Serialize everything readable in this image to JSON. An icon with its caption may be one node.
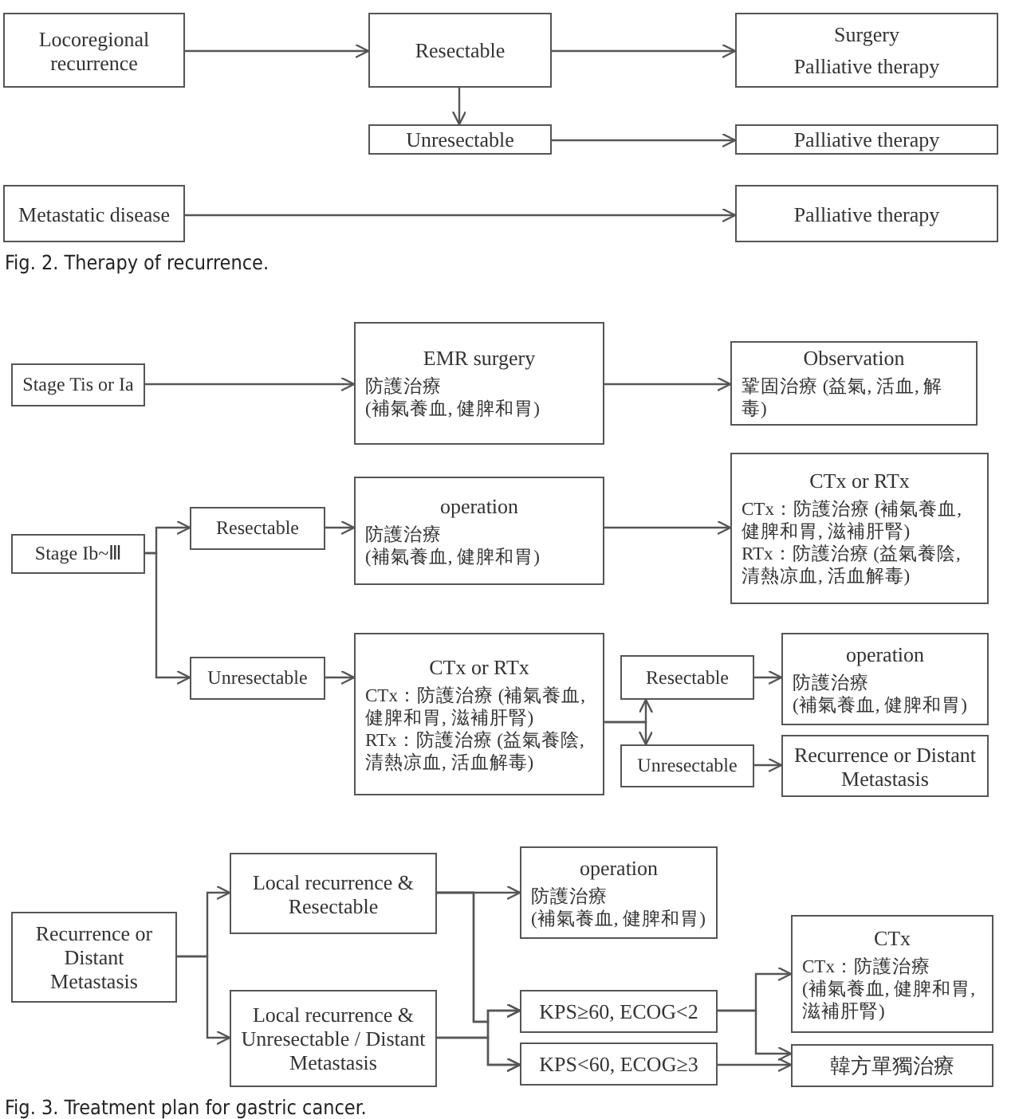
{
  "diagram": {
    "nodes": [
      {
        "text": [
          "Locoregional recurrence"
        ]
      },
      {
        "text": [
          "Resectable"
        ]
      },
      {
        "text": [
          "Surgery",
          "Palliative therapy"
        ]
      },
      {
        "text": [
          "Unresectable"
        ]
      },
      {
        "text": [
          "Palliative therapy"
        ]
      },
      {
        "text": [
          "Metastatic disease"
        ]
      },
      {
        "text": [
          "Palliative therapy"
        ]
      },
      {
        "text": [
          "Stage Tis or Ia"
        ]
      },
      {
        "text": [
          "EMR surgery",
          "防護治療",
          "(補氣養血, 健脾和胃)"
        ]
      },
      {
        "text": [
          "Observation",
          "鞏固治療 (益氣, 活血, 解毒)"
        ]
      },
      {
        "text": [
          "Stage Ib~Ⅲ"
        ]
      },
      {
        "text": [
          "Resectable"
        ]
      },
      {
        "text": [
          "operation",
          "防護治療",
          "(補氣養血, 健脾和胃)"
        ]
      },
      {
        "text": [
          "CTx or RTx",
          "CTx：防護治療 (補氣養血, 健脾和胃, 滋補肝腎)",
          "RTx：防護治療 (益氣養陰, 清熱凉血, 活血解毒)"
        ]
      },
      {
        "text": [
          "Unresectable"
        ]
      },
      {
        "text": [
          "CTx or RTx",
          "CTx：防護治療 (補氣養血, 健脾和胃, 滋補肝腎)",
          "RTx：防護治療 (益氣養陰, 清熱凉血, 活血解毒)"
        ]
      },
      {
        "text": [
          "Resectable"
        ]
      },
      {
        "text": [
          "operation",
          "防護治療",
          "(補氣養血, 健脾和胃)"
        ]
      },
      {
        "text": [
          "Unresectable"
        ]
      },
      {
        "text": [
          "Recurrence or Distant Metastasis"
        ]
      },
      {
        "text": [
          "Recurrence or Distant Metastasis"
        ]
      },
      {
        "text": [
          "Local recurrence & Resectable"
        ]
      },
      {
        "text": [
          "Local recurrence & Unresectable / Distant Metastasis"
        ]
      },
      {
        "text": [
          "operation",
          "防護治療",
          "(補氣養血, 健脾和胃)"
        ]
      },
      {
        "text": [
          "KPS≥60, ECOG<2"
        ]
      },
      {
        "text": [
          "KPS<60, ECOG≥3"
        ]
      },
      {
        "text": [
          "CTx",
          "CTx：防護治療",
          "(補氣養血, 健脾和胃, 滋補肝腎)"
        ]
      },
      {
        "text": [
          "韓方單獨治療"
        ]
      }
    ],
    "edges": [
      {
        "from": 0,
        "to": 1,
        "arrow": "to"
      },
      {
        "from": 1,
        "to": 2,
        "arrow": "to"
      },
      {
        "from": 1,
        "to": 3,
        "arrow": "to"
      },
      {
        "from": 3,
        "to": 4,
        "arrow": "to"
      },
      {
        "from": 5,
        "to": 6,
        "arrow": "to"
      },
      {
        "from": 7,
        "to": 8,
        "arrow": "to"
      },
      {
        "from": 8,
        "to": 9,
        "arrow": "to"
      },
      {
        "from": 10,
        "to": 11,
        "arrow": "to"
      },
      {
        "from": 10,
        "to": 14,
        "arrow": "to"
      },
      {
        "from": 11,
        "to": 12,
        "arrow": "to"
      },
      {
        "from": 12,
        "to": 13,
        "arrow": "to"
      },
      {
        "from": 14,
        "to": 15,
        "arrow": "to"
      },
      {
        "from": 15,
        "to": 16,
        "arrow": "to"
      },
      {
        "from": 15,
        "to": 18,
        "arrow": "to"
      },
      {
        "from": 16,
        "to": 17,
        "arrow": "to"
      },
      {
        "from": 18,
        "to": 19,
        "arrow": "to"
      },
      {
        "from": 20,
        "to": 21,
        "arrow": "to"
      },
      {
        "from": 20,
        "to": 22,
        "arrow": "to"
      },
      {
        "from": 21,
        "to": 23,
        "arrow": "to"
      },
      {
        "from": 21,
        "to": 24,
        "arrow": "to"
      },
      {
        "from": 21,
        "to": 25,
        "arrow": "to"
      },
      {
        "from": 22,
        "to": 24,
        "arrow": "to"
      },
      {
        "from": 22,
        "to": 25,
        "arrow": "to"
      },
      {
        "from": 24,
        "to": 26,
        "arrow": "to"
      },
      {
        "from": 24,
        "to": 27,
        "arrow": "to"
      },
      {
        "from": 25,
        "to": 27,
        "arrow": "to"
      }
    ],
    "labels": [
      "Fig. 2. Therapy of recurrence.",
      "Fig. 3. Treatment plan for gastric cancer."
    ]
  }
}
